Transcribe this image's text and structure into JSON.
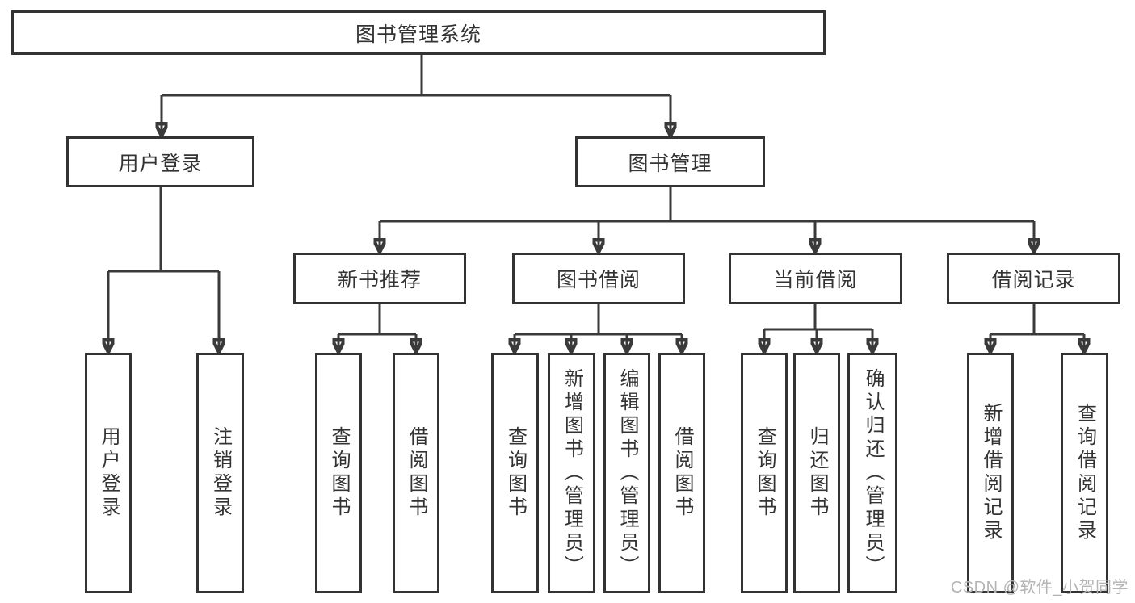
{
  "styles": {
    "line_color": "#3a3a3a",
    "box_border_color": "#333333",
    "text_color": "#333333",
    "box_bg": "#ffffff",
    "page_bg": "#ffffff",
    "watermark_color": "#b4b4b4"
  },
  "tree": {
    "root": {
      "label": "图书管理系统"
    },
    "branches": [
      {
        "label": "用户登录",
        "children": [
          {
            "label": "用户登录"
          },
          {
            "label": "注销登录"
          }
        ]
      },
      {
        "label": "图书管理",
        "children": [
          {
            "label": "新书推荐",
            "children": [
              {
                "label": "查询图书"
              },
              {
                "label": "借阅图书"
              }
            ]
          },
          {
            "label": "图书借阅",
            "children": [
              {
                "label": "查询图书"
              },
              {
                "label": "新增图书（管理员）"
              },
              {
                "label": "编辑图书（管理员）"
              },
              {
                "label": "借阅图书"
              }
            ]
          },
          {
            "label": "当前借阅",
            "children": [
              {
                "label": "查询图书"
              },
              {
                "label": "归还图书"
              },
              {
                "label": "确认归还（管理员）"
              }
            ]
          },
          {
            "label": "借阅记录",
            "children": [
              {
                "label": "新增借阅记录"
              },
              {
                "label": "查询借阅记录"
              }
            ]
          }
        ]
      }
    ]
  },
  "watermark": {
    "text": "CSDN @软件_小贺同学"
  }
}
